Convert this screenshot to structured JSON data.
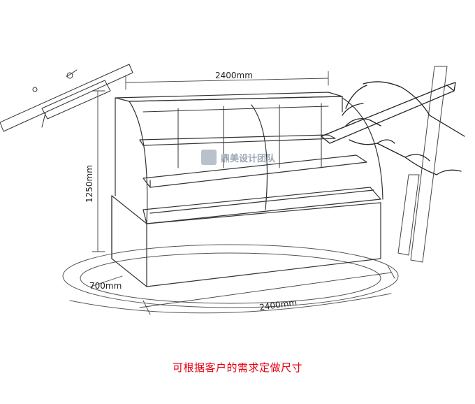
{
  "dimensions": {
    "width_top": "2400mm",
    "height": "1250mm",
    "depth": "700mm",
    "width_bottom": "2400mm"
  },
  "watermark": {
    "text": "鼎美设计团队"
  },
  "caption": "可根据客户的需求定做尺寸",
  "colors": {
    "caption": "#e60012",
    "sketch_line": "#333333"
  }
}
